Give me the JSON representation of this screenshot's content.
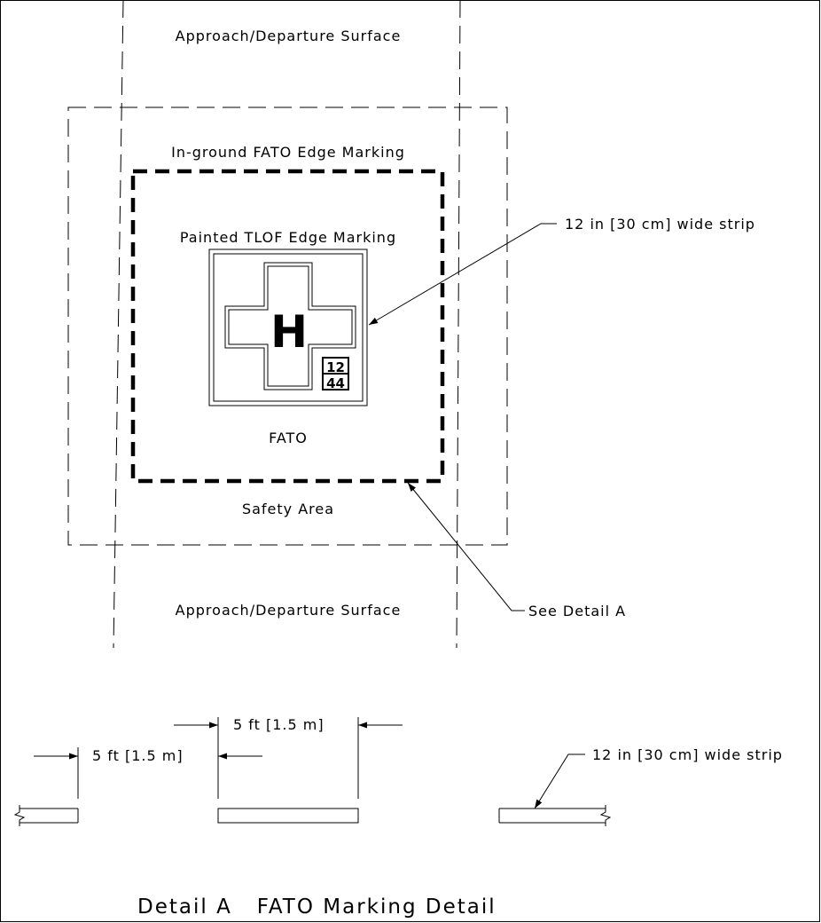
{
  "plan": {
    "approach_top_label": "Approach/Departure Surface",
    "approach_bottom_label": "Approach/Departure Surface",
    "fato_edge_label": "In-ground FATO Edge Marking",
    "tlof_edge_label": "Painted TLOF Edge Marking",
    "fato_label": "FATO",
    "safety_area_label": "Safety Area",
    "strip_callout": "12 in [30 cm] wide strip",
    "detail_callout": "See Detail A",
    "h_marker": "H",
    "weight_limit_top": "12",
    "weight_limit_bottom": "44"
  },
  "detail": {
    "dim_left": "5 ft [1.5 m]",
    "dim_right": "5 ft [1.5 m]",
    "strip_callout": "12 in [30 cm] wide strip",
    "title": "Detail A   FATO Marking Detail"
  }
}
